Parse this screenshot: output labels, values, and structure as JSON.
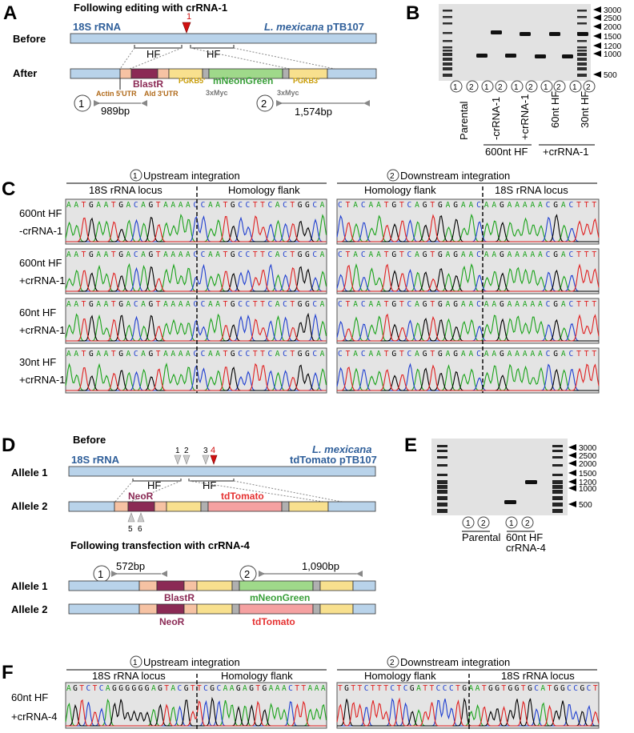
{
  "panel_a": {
    "letter": "A",
    "title": "Following editing with crRNA-1",
    "cut_label": "1",
    "before_label": "Before",
    "after_label": "After",
    "locus_left": "18S rRNA",
    "locus_right": "L. mexicana pTB107",
    "hf": "HF",
    "actin": "Actin 5'UTR",
    "blastr": "BlastR",
    "ald": "Ald 3'UTR",
    "pgkb5": "PGKB5'",
    "neon": "mNeonGreen",
    "myc1": "3xMyc",
    "myc2": "3xMyc",
    "pgkb3": "PGKB3'",
    "primer1": "1",
    "primer2": "2",
    "size1": "989bp",
    "size2": "1,574bp"
  },
  "panel_b": {
    "letter": "B",
    "markers": [
      "3000",
      "2500",
      "2000",
      "1500",
      "1200",
      "1000",
      "500"
    ],
    "lane_nums": [
      "1",
      "2",
      "1",
      "2",
      "1",
      "2",
      "1",
      "2",
      "1",
      "2"
    ],
    "groups": [
      "Parental",
      "-crRNA-1",
      "+crRNA-1",
      "60nt HF",
      "30nt HF"
    ],
    "sub1": "600nt HF",
    "sub2": "+crRNA-1"
  },
  "panel_c": {
    "letter": "C",
    "up_title": "Upstream integration",
    "down_title": "Downstream integration",
    "num1": "1",
    "num2": "2",
    "rrna_locus": "18S rRNA locus",
    "homology": "Homology flank",
    "homology2": "Homology flank",
    "rrna_locus2": "18S rRNA locus",
    "rows": [
      {
        "l1": "600nt HF",
        "l2": "-crRNA-1"
      },
      {
        "l1": "600nt HF",
        "l2": "+crRNA-1"
      },
      {
        "l1": "60nt HF",
        "l2": "+crRNA-1"
      },
      {
        "l1": "30nt HF",
        "l2": "+crRNA-1"
      }
    ],
    "seq_up": "AATGAATGACAGTAAAACCAATGCCTTCACTGGCA",
    "seq_down": "CTACAATGTCAGTGAGAACAAGAAAAACGACTTT"
  },
  "panel_d": {
    "letter": "D",
    "before": "Before",
    "allele1": "Allele 1",
    "allele2": "Allele 2",
    "rrna": "18S rRNA",
    "lmex": "L. mexicana",
    "tdpt": "tdTomato pTB107",
    "cuts": [
      "1",
      "2",
      "3",
      "4"
    ],
    "cuts_low": [
      "5",
      "6"
    ],
    "hf": "HF",
    "neor": "NeoR",
    "tdtomato": "tdTomato",
    "after_title": "Following transfection with crRNA-4",
    "allele1b": "Allele 1",
    "allele2b": "Allele 2",
    "blastr": "BlastR",
    "neon": "mNeonGreen",
    "neor2": "NeoR",
    "tdtomato2": "tdTomato",
    "primer1": "1",
    "primer2": "2",
    "size1": "572bp",
    "size2": "1,090bp"
  },
  "panel_e": {
    "letter": "E",
    "markers": [
      "3000",
      "2500",
      "2000",
      "1500",
      "1200",
      "1000",
      "500"
    ],
    "lane_nums": [
      "1",
      "2",
      "1",
      "2"
    ],
    "parental": "Parental",
    "hf": "60nt HF",
    "cr": "crRNA-4"
  },
  "panel_f": {
    "letter": "F",
    "up_title": "Upstream integration",
    "down_title": "Downstream integration",
    "num1": "1",
    "num2": "2",
    "rrna_locus": "18S rRNA locus",
    "homology": "Homology flank",
    "homology2": "Homology flank",
    "rrna_locus2": "18S rRNA locus",
    "l1": "60nt HF",
    "l2": "+crRNA-4",
    "seq_up": "AGTCTCAGGGGGGAGTACGTTCGCAAGAGTGAAACTTAAA",
    "seq_down": "TGTTCTTTCTCGATTCCCTGAATGGTGGTGCATGGCCGCT"
  },
  "colors": {
    "blue_bar": "#b9d3ea",
    "peach": "#f6c2a3",
    "blastr": "#8b2a55",
    "pgk": "#f8e08e",
    "neon": "#9fd98a",
    "tomato": "#f5a1a1",
    "grey": "#9a9a9a",
    "trace_a": "#1aa31a",
    "trace_c": "#1f3fd0",
    "trace_g": "#000000",
    "trace_t": "#e02020"
  }
}
